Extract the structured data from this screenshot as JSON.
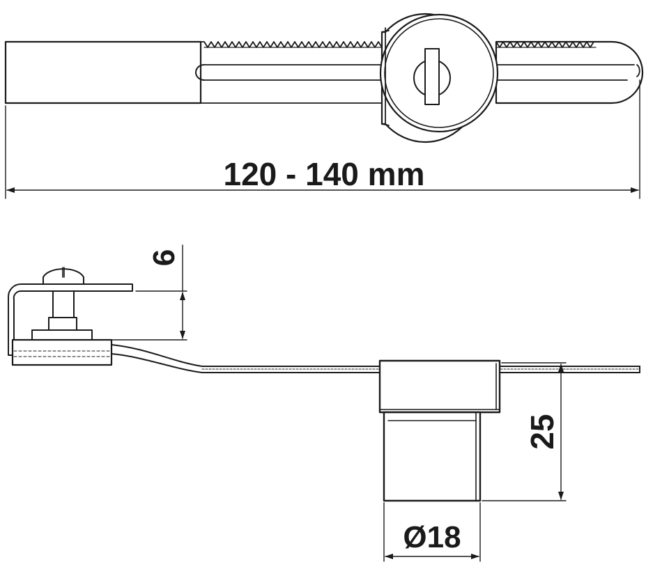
{
  "dimensions": {
    "overall_length": "120 - 140 mm",
    "bracket_height": "6",
    "cylinder_height": "25",
    "cylinder_diameter": "Ø18"
  },
  "colors": {
    "line": "#1a1a1a",
    "background": "#ffffff"
  }
}
